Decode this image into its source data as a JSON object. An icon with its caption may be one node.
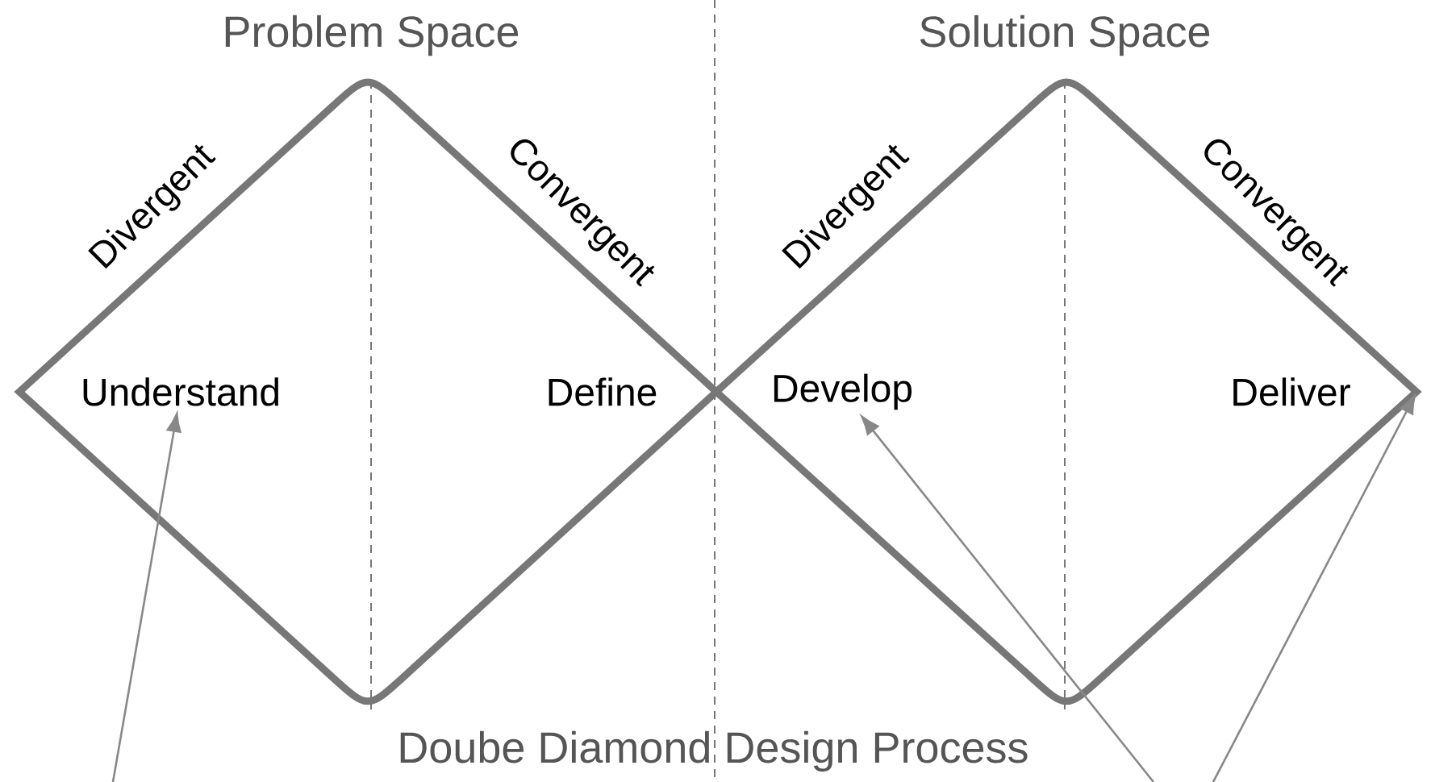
{
  "diagram": {
    "caption": "Doube Diamond Design Process",
    "nodes": [
      {
        "text": [
          "Divergent",
          "Convergent"
        ]
      },
      {
        "text": [
          "Understand"
        ],
        "in": 0
      },
      {
        "text": [
          "Define"
        ],
        "in": 0
      },
      {
        "text": [
          "Divergent",
          "Convergent"
        ]
      },
      {
        "text": [
          "Develop"
        ],
        "in": 3
      },
      {
        "text": [
          "Deliver"
        ],
        "in": 3
      }
    ],
    "edges": [
      {
        "from": null,
        "to": 1,
        "arrow": "to"
      },
      {
        "from": null,
        "to": 4,
        "arrow": "to"
      },
      {
        "from": null,
        "to": 3,
        "arrow": "to"
      }
    ],
    "labels": [
      "Problem Space",
      "Solution Space"
    ]
  }
}
